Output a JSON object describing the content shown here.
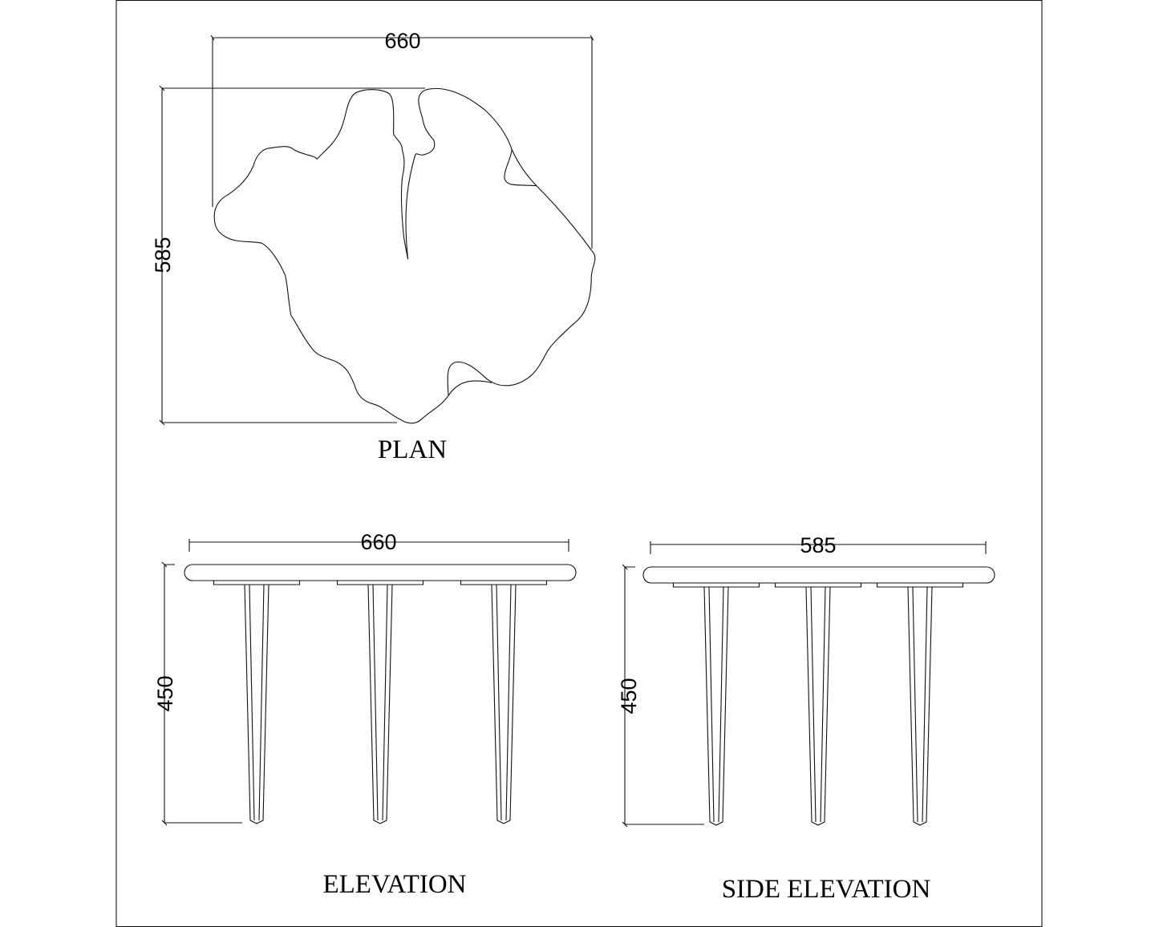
{
  "plan": {
    "title": "PLAN",
    "width_dim": "660",
    "depth_dim": "585"
  },
  "elevation": {
    "title": "ELEVATION",
    "width_dim": "660",
    "height_dim": "450"
  },
  "side_elevation": {
    "title": "SIDE ELEVATION",
    "width_dim": "585",
    "height_dim": "450"
  },
  "colors": {
    "line": "#111111",
    "background": "#ffffff"
  }
}
